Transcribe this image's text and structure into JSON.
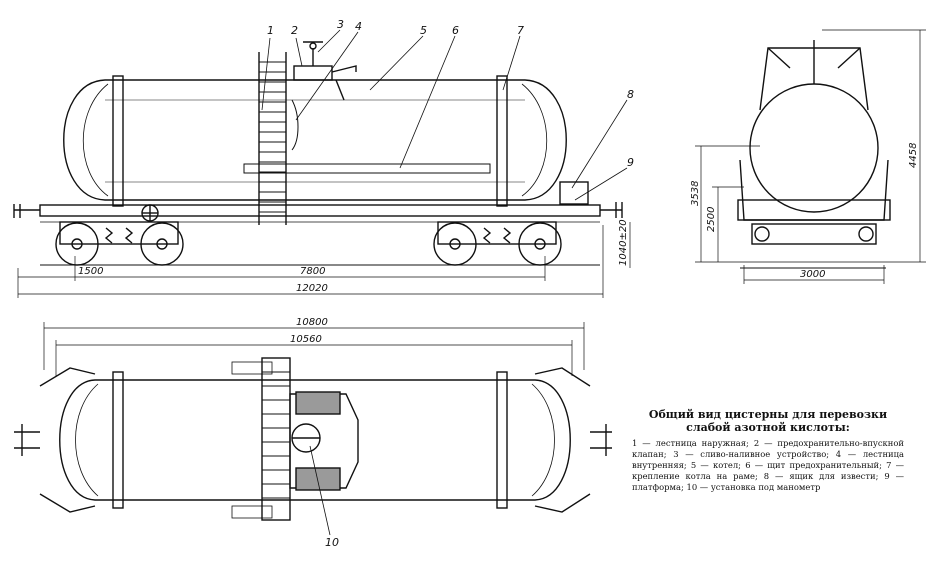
{
  "caption": {
    "title": "Общий вид цистерны для перевозки слабой азотной кислоты:",
    "legend": [
      "1 — лестница наружная;",
      "2 — предохранительно-впускной клапан;",
      "3 — сливо-наливное устройство;",
      "4 — лестница внутренняя;",
      "5 — котел;",
      "6 — щит предохранительный;",
      "7 — крепление котла на раме;",
      "8 — ящик для извести;",
      "9 — платформа;",
      "10 — установка под манометр"
    ]
  },
  "callouts": [
    "1",
    "2",
    "3",
    "4",
    "5",
    "6",
    "7",
    "8",
    "9",
    "10"
  ],
  "dimensions": {
    "side": [
      "1500",
      "7800",
      "12020",
      "1040±20",
      "3538"
    ],
    "end": [
      "2500",
      "3000",
      "4458"
    ],
    "top": [
      "10800",
      "10560"
    ]
  }
}
